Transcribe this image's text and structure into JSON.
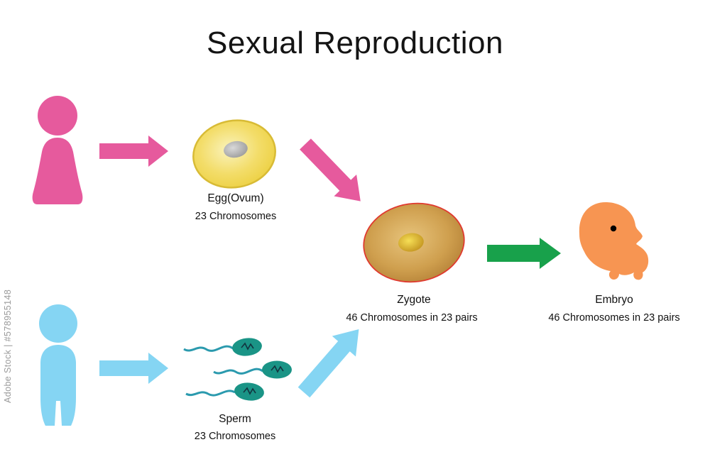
{
  "title": "Sexual Reproduction",
  "watermark": "Adobe Stock | #578955148",
  "colors": {
    "female": "#e65a9d",
    "male": "#85d5f3",
    "pink_arrow": "#e65a9d",
    "blue_arrow": "#85d5f3",
    "green_arrow": "#18a14b",
    "egg_stroke": "#d8bb35",
    "zygote_stroke": "#e0392f",
    "sperm_head": "#1a9486",
    "sperm_head_stroke": "#0d6e62",
    "sperm_tail": "#2b9aae",
    "embryo": "#f79552"
  },
  "stages": {
    "egg": {
      "name": "Egg(Ovum)",
      "chromosomes": "23 Chromosomes"
    },
    "sperm": {
      "name": "Sperm",
      "chromosomes": "23 Chromosomes"
    },
    "zygote": {
      "name": "Zygote",
      "chromosomes": "46 Chromosomes in 23 pairs"
    },
    "embryo": {
      "name": "Embryo",
      "chromosomes": "46 Chromosomes in 23 pairs"
    }
  }
}
